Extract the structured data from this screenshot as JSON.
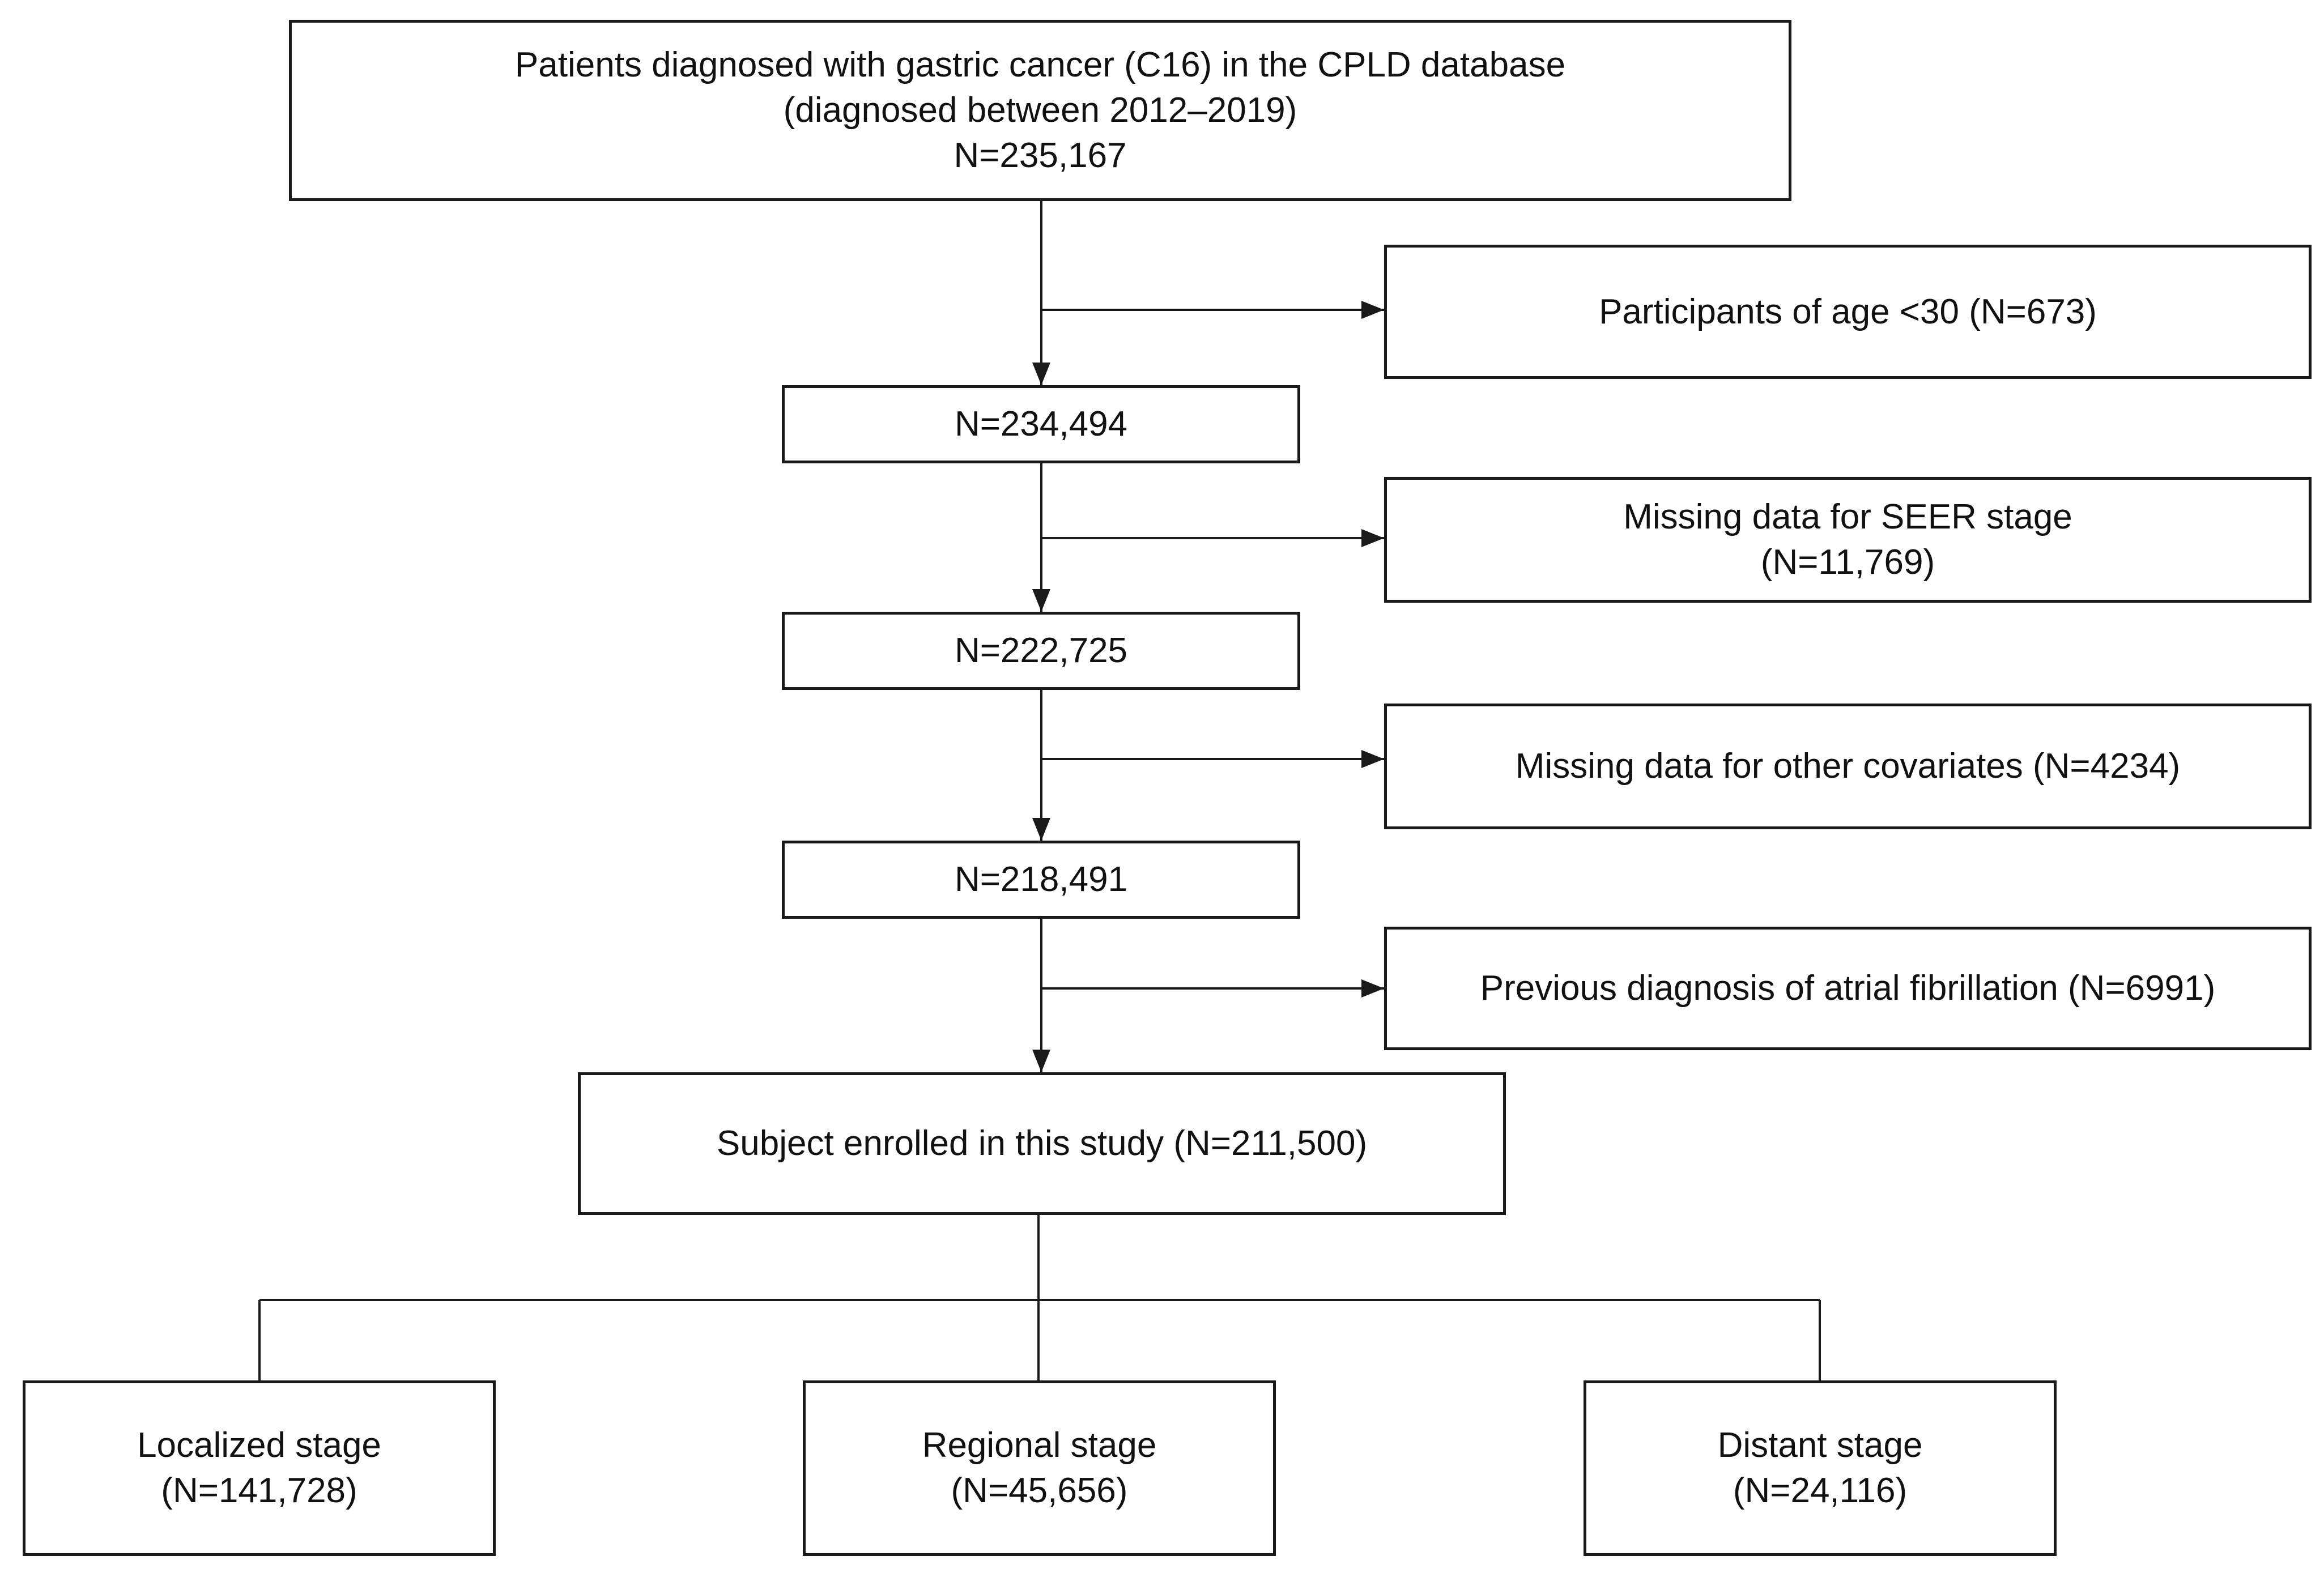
{
  "flowchart": {
    "source": {
      "line1": "Patients diagnosed with gastric cancer (C16) in the CPLD database",
      "line2": "(diagnosed between 2012–2019)",
      "line3": "N=235,167"
    },
    "steps": [
      {
        "count": "N=234,494"
      },
      {
        "count": "N=222,725"
      },
      {
        "count": "N=218,491"
      }
    ],
    "exclusions": [
      {
        "line1": "Participants of age <30 (N=673)"
      },
      {
        "line1": "Missing data for SEER stage",
        "line2": "(N=11,769)"
      },
      {
        "line1": "Missing data for other covariates (N=4234)"
      },
      {
        "line1": "Previous diagnosis of atrial fibrillation (N=6991)"
      }
    ],
    "enrolled": {
      "line1": "Subject enrolled in this study (N=211,500)"
    },
    "stages": [
      {
        "label": "Localized stage",
        "count": "(N=141,728)"
      },
      {
        "label": "Regional stage",
        "count": "(N=45,656)"
      },
      {
        "label": "Distant stage",
        "count": "(N=24,116)"
      }
    ]
  }
}
